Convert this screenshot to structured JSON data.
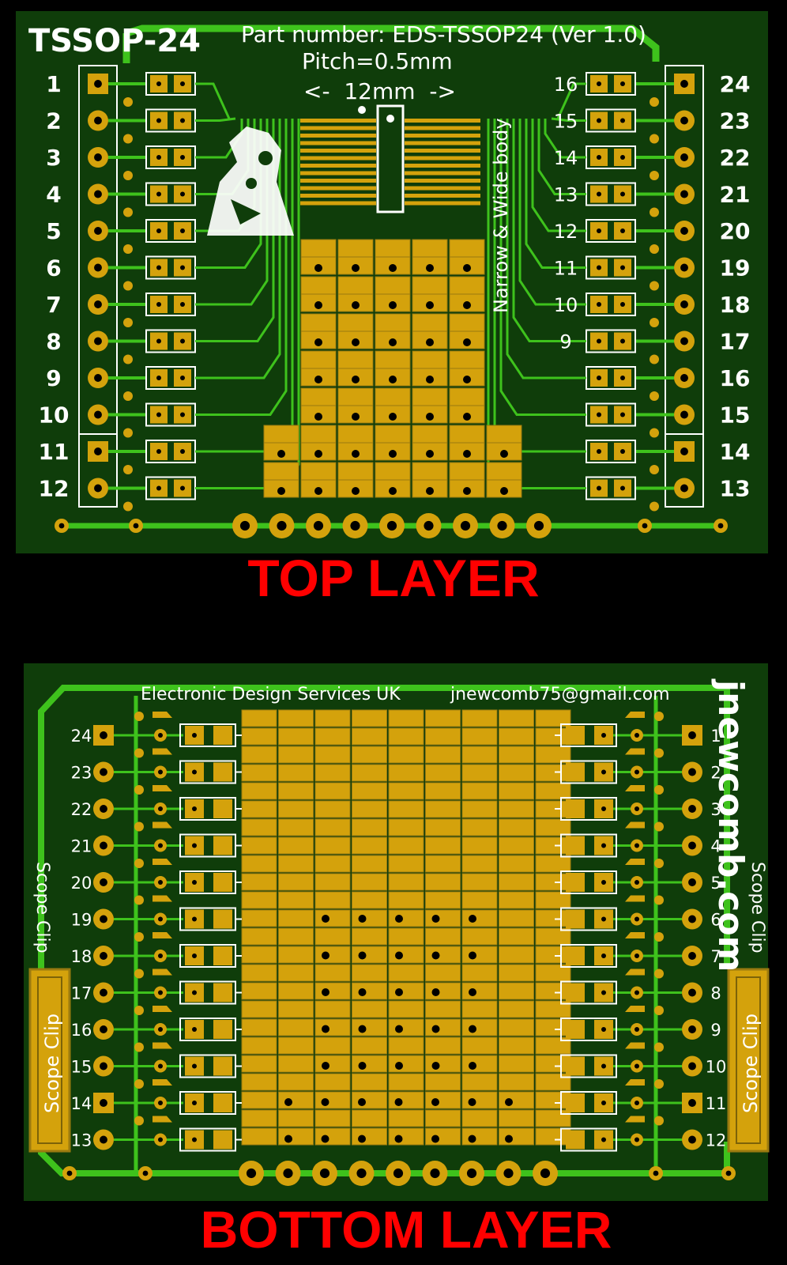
{
  "top": {
    "title": "TSSOP-24",
    "part_number": "Part number: EDS-TSSOP24 (Ver 1.0)",
    "pitch": "Pitch=0.5mm",
    "dimension": "<-  12mm  ->",
    "body_note": "Narrow & Wide body",
    "left_pins": [
      "1",
      "2",
      "3",
      "4",
      "5",
      "6",
      "7",
      "8",
      "9",
      "10",
      "11",
      "12"
    ],
    "right_pins": [
      "24",
      "23",
      "22",
      "21",
      "20",
      "19",
      "18",
      "17",
      "16",
      "15",
      "14",
      "13"
    ],
    "inner_right_pins": [
      "16",
      "15",
      "14",
      "13",
      "12",
      "11",
      "10",
      "9"
    ],
    "caption": "TOP LAYER"
  },
  "bottom": {
    "company": "Electronic Design Services UK",
    "email": "jnewcomb75@gmail.com",
    "website": "jnewcomb.com",
    "left_pins": [
      "24",
      "23",
      "22",
      "21",
      "20",
      "19",
      "18",
      "17",
      "16",
      "15",
      "14",
      "13"
    ],
    "right_pins": [
      "1",
      "2",
      "3",
      "4",
      "5",
      "6",
      "7",
      "8",
      "9",
      "10",
      "11",
      "12"
    ],
    "scope_clip": "Scope Clip",
    "caption": "BOTTOM LAYER"
  },
  "colors": {
    "board": "#0f3d0a",
    "trace": "#3ec21c",
    "copper": "#d4a20c",
    "silk": "#ffffff",
    "caption": "#ff0000"
  }
}
